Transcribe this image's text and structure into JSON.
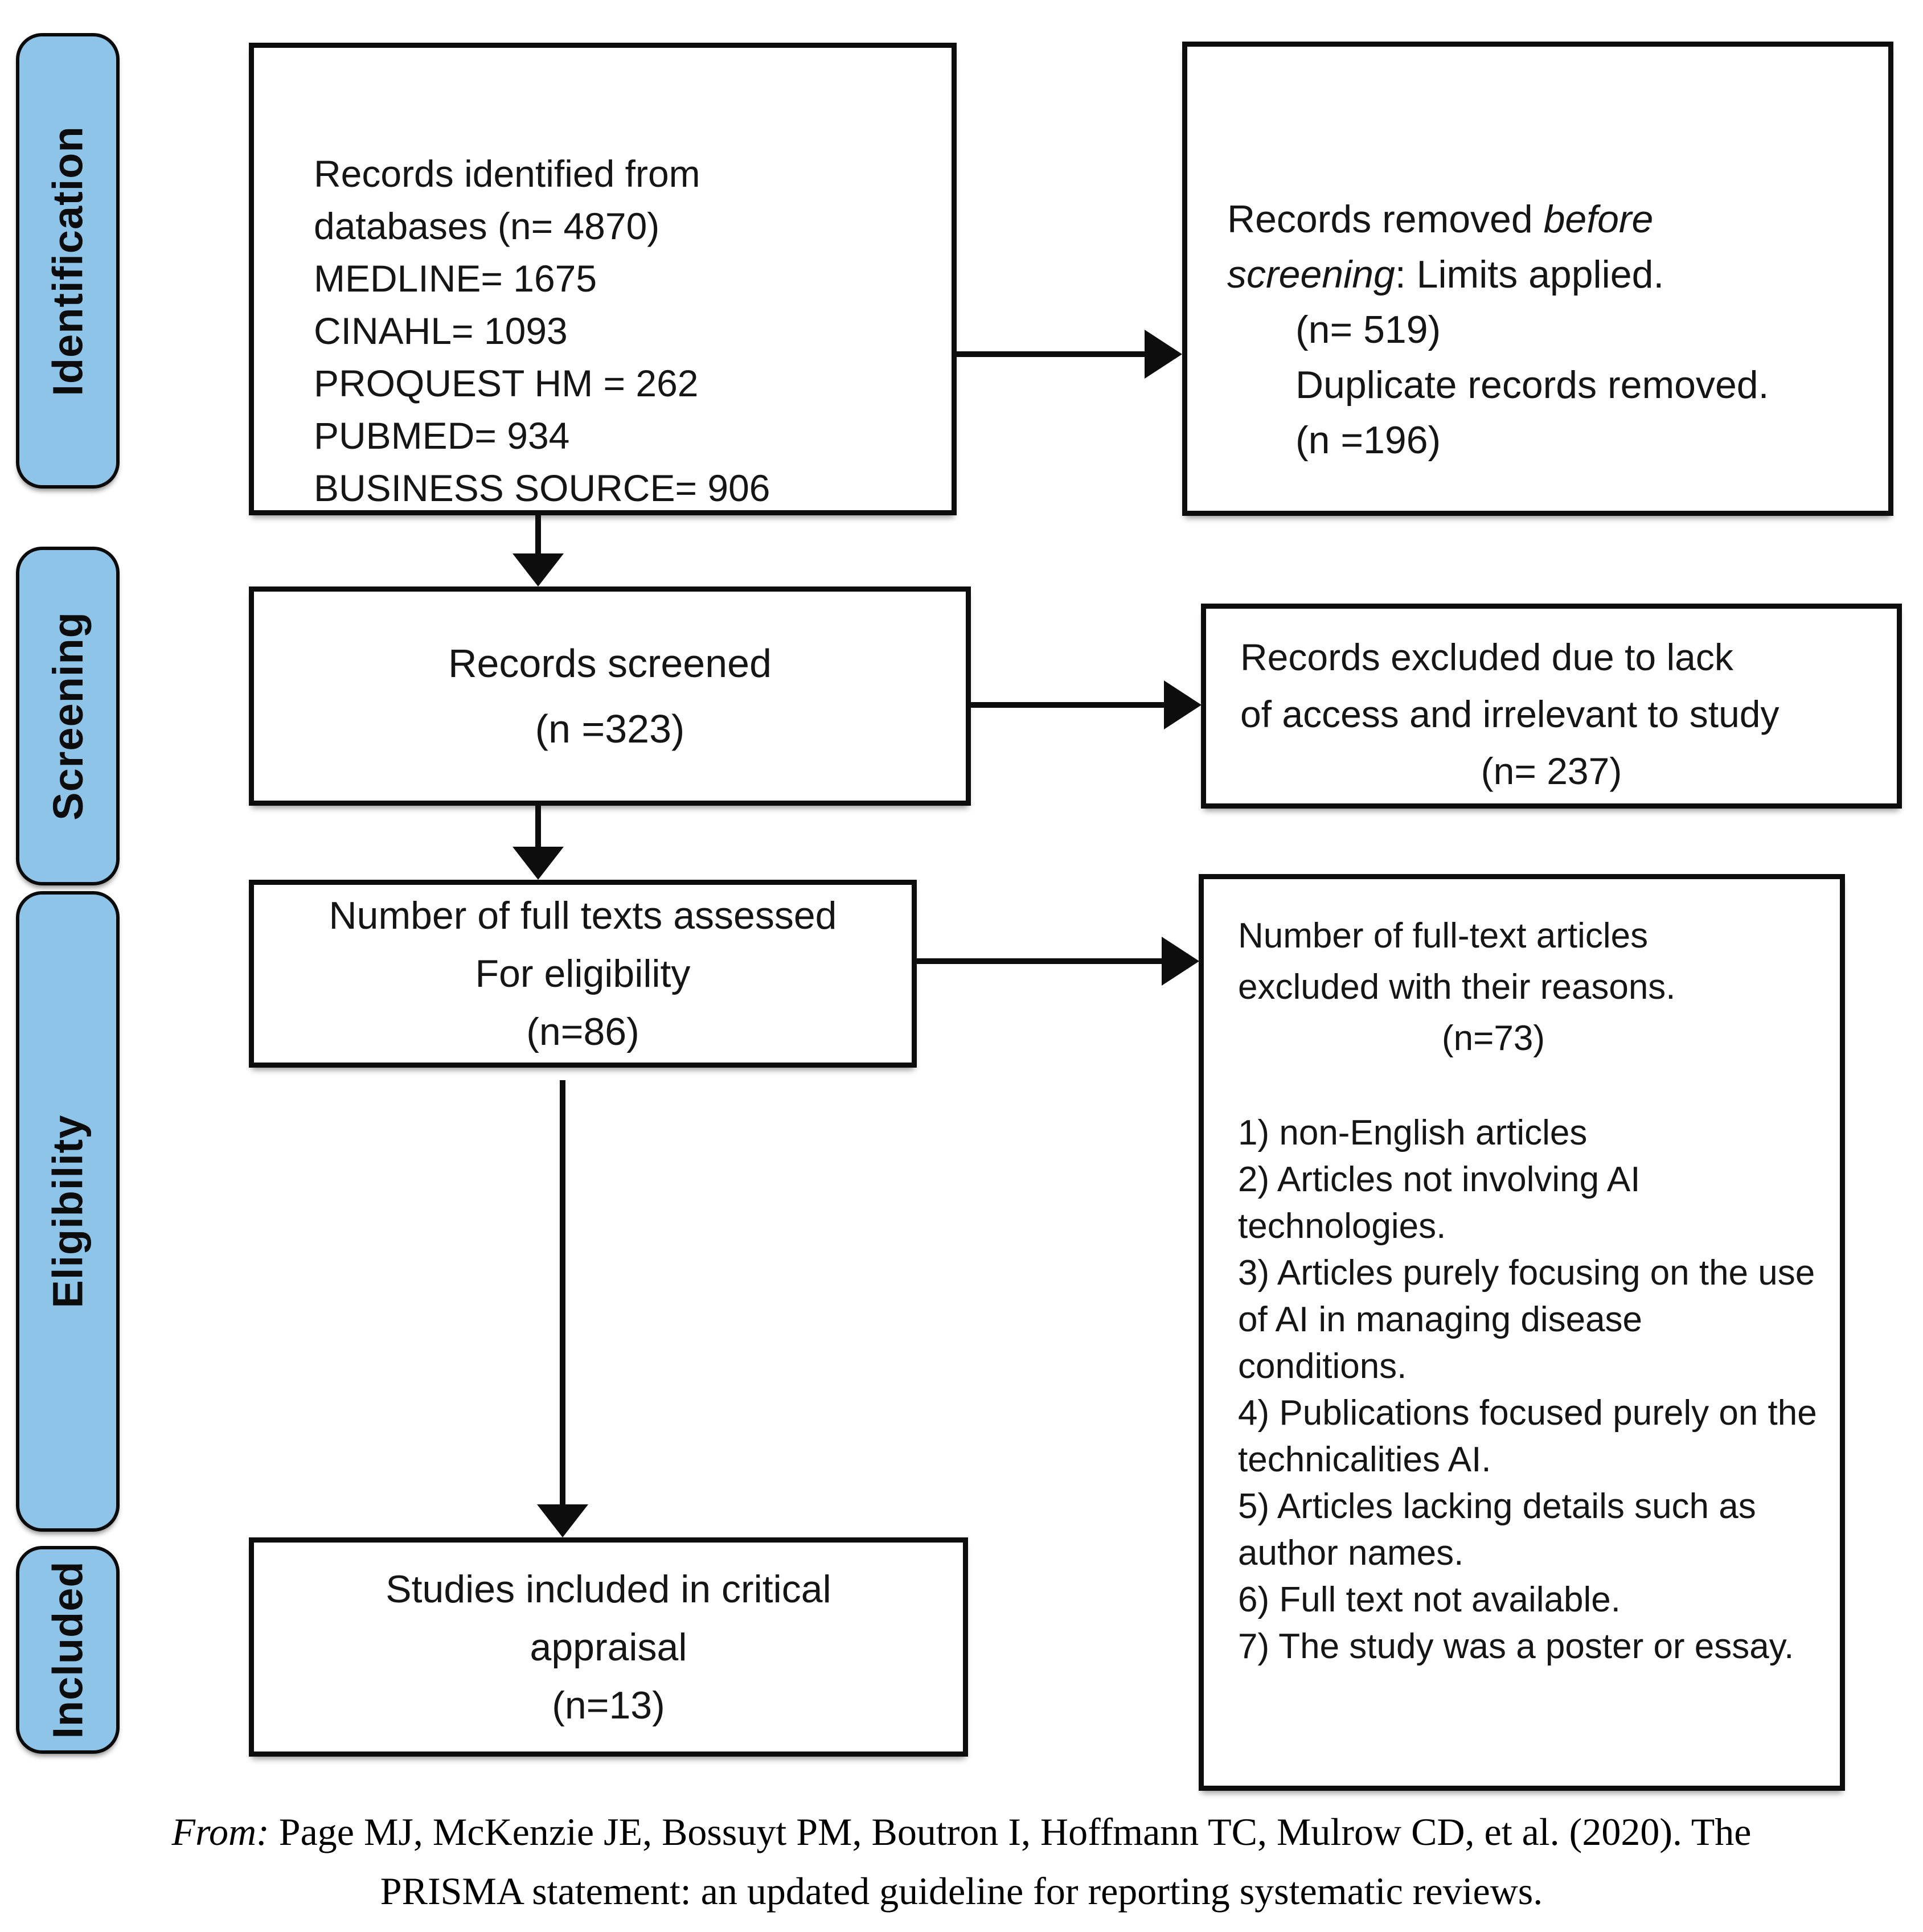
{
  "sidebar": {
    "pill_color": "#8FC4E9",
    "stages": [
      {
        "label": "Identification"
      },
      {
        "label": "Screening"
      },
      {
        "label": "Eligibility"
      },
      {
        "label": "Included"
      }
    ]
  },
  "boxes": {
    "identified": {
      "lines": [
        "Records identified from",
        "databases (n= 4870)",
        "MEDLINE= 1675",
        "CINAHL= 1093",
        "PROQUEST HM = 262",
        "PUBMED= 934",
        "BUSINESS SOURCE= 906"
      ]
    },
    "removed": {
      "line1_normal": "Records removed ",
      "line1_italic": "before",
      "line2_italic": "screening",
      "line2_normal": ": Limits applied.",
      "detail_lines": [
        "(n= 519)",
        "Duplicate records removed.",
        "(n =196)"
      ]
    },
    "screened": {
      "lines": [
        "Records screened",
        "(n =323)"
      ]
    },
    "excluded_screening": {
      "lines": [
        "Records excluded due to lack",
        "of access and irrelevant to study"
      ],
      "n_line": "(n= 237)"
    },
    "fulltext": {
      "lines": [
        "Number of full texts assessed",
        "For eligibility",
        "(n=86)"
      ]
    },
    "excluded_fulltext": {
      "header_lines": [
        "Number of full-text articles",
        "excluded with their reasons."
      ],
      "n_line": "(n=73)",
      "reasons": [
        "1) non-English articles",
        "2) Articles not involving AI technologies.",
        "3) Articles purely focusing on the use of AI in managing disease conditions.",
        "4) Publications focused purely on the technicalities AI.",
        "5) Articles lacking details such as author names.",
        "6) Full text not available.",
        "7) The study was a poster or essay."
      ]
    },
    "included": {
      "lines": [
        "Studies included in critical",
        "appraisal",
        "(n=13)"
      ]
    }
  },
  "caption": {
    "prefix_italic": "From:",
    "line1_rest": " Page MJ, McKenzie JE, Bossuyt PM, Boutron I, Hoffmann TC, Mulrow CD, et al. (2020). The",
    "line2": "PRISMA statement: an updated guideline for reporting systematic reviews."
  }
}
